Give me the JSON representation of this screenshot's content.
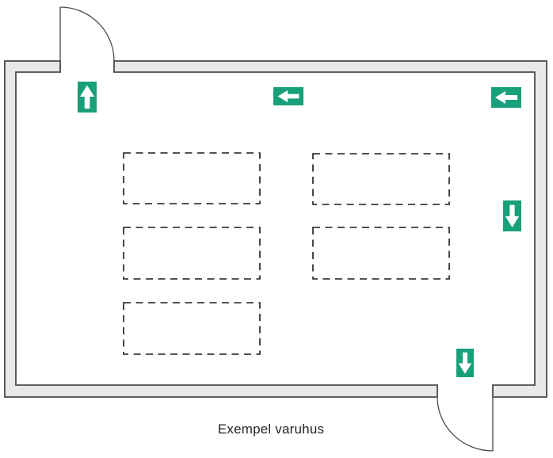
{
  "caption": "Exempel varuhus",
  "diagram_type": "floor-plan",
  "colors": {
    "exit_sign_green": "#17a07a",
    "arrow_white": "#ffffff",
    "wall_fill": "#e9e9e9",
    "wall_outline": "#4a4a4a",
    "shelf_outline": "#1a1a1a",
    "caption_text": "#1e2126"
  },
  "exit_signs": [
    {
      "icon": "arrow-up-icon",
      "direction": "up",
      "location": "inside-top-left-door"
    },
    {
      "icon": "arrow-left-icon",
      "direction": "left",
      "location": "top-wall-middle"
    },
    {
      "icon": "arrow-left-icon",
      "direction": "left",
      "location": "top-wall-right"
    },
    {
      "icon": "arrow-down-icon",
      "direction": "down",
      "location": "right-wall-middle"
    },
    {
      "icon": "arrow-down-icon",
      "direction": "down",
      "location": "inside-bottom-right-door"
    }
  ],
  "doors": [
    {
      "location": "top-left",
      "swing": "outward-right"
    },
    {
      "location": "bottom-right",
      "swing": "outward-left"
    }
  ],
  "shelves": {
    "count": 5,
    "style": "dashed-outline",
    "arrangement": "two columns: three left, two right"
  }
}
